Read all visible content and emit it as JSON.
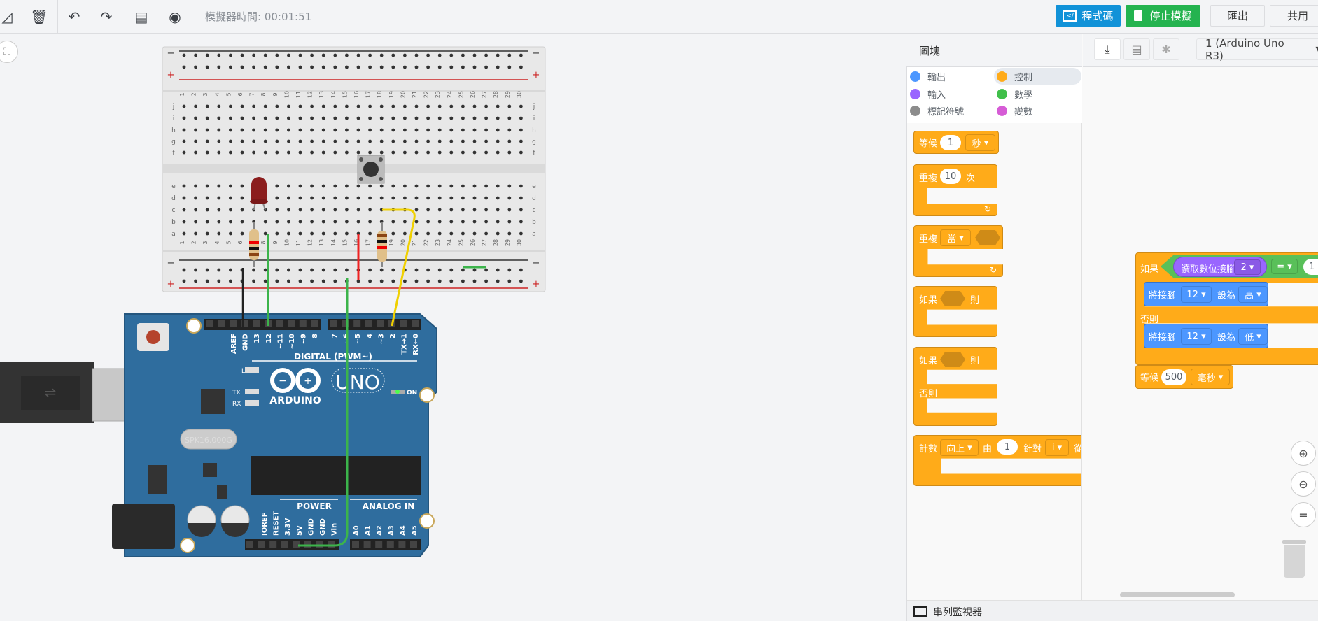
{
  "toolbar": {
    "icons": [
      "rotate-icon",
      "trash-icon",
      "undo-icon",
      "redo-icon",
      "notes-icon",
      "visibility-icon"
    ],
    "timer": "模擬器時間: 00:01:51",
    "code_label": "程式碼",
    "stop_sim_label": "停止模擬",
    "export_label": "匯出",
    "share_label": "共用",
    "code_color": "#1192d8",
    "stop_color": "#24b34f"
  },
  "palette": {
    "title": "圖塊",
    "categories": [
      {
        "label": "輸出",
        "color": "#4c97ff"
      },
      {
        "label": "控制",
        "color": "#ffab19",
        "selected": true
      },
      {
        "label": "輸入",
        "color": "#9966ff"
      },
      {
        "label": "數學",
        "color": "#40bf4a"
      },
      {
        "label": "標記符號",
        "color": "#8c8c8c"
      },
      {
        "label": "變數",
        "color": "#d65cd6"
      }
    ],
    "blocks": {
      "wait": {
        "label": "等候",
        "value": "1",
        "unit": "秒"
      },
      "repeat": {
        "label": "重複",
        "value": "10",
        "suffix": "次"
      },
      "repeat_while": {
        "label": "重複",
        "mode": "當"
      },
      "if_then": {
        "label": "如果",
        "then": "則"
      },
      "if_else": {
        "label": "如果",
        "then": "則",
        "else": "否則"
      },
      "count": {
        "label": "計數",
        "dir": "向上",
        "from": "由",
        "value": "1",
        "for": "針對",
        "var": "i",
        "trail": "從"
      }
    }
  },
  "code": {
    "board": "1 (Arduino Uno R3)",
    "if_label": "如果",
    "read_pin": "讀取數位接腳",
    "read_pin_value": "2",
    "compare_op": "=",
    "compare_value": "1",
    "set1": {
      "label": "將接腳",
      "pin": "12",
      "set": "設為",
      "value": "高"
    },
    "else_label": "否則",
    "set2": {
      "label": "將接腳",
      "pin": "12",
      "set": "設為",
      "value": "低"
    },
    "wait": {
      "label": "等候",
      "value": "500",
      "unit": "毫秒"
    }
  },
  "serial_monitor": "串列監視器",
  "arduino": {
    "digital_labels": [
      "AREF",
      "GND",
      "13",
      "12",
      "~11",
      "~10",
      "~9",
      "8"
    ],
    "digital_labels2": [
      "7",
      "~6",
      "~5",
      "4",
      "~3",
      "2",
      "TX→1",
      "RX←0"
    ],
    "digital_title": "DIGITAL (PWM~)",
    "led_l": "L",
    "tx": "TX",
    "rx": "RX",
    "brand": "ARDUINO",
    "model": "UNO",
    "on": "ON",
    "crystal": "SPK16.000G",
    "power_title": "POWER",
    "analog_title": "ANALOG IN",
    "power_labels": [
      "IOREF",
      "RESET",
      "3.3V",
      "5V",
      "GND",
      "GND",
      "Vin"
    ],
    "analog_labels": [
      "A0",
      "A1",
      "A2",
      "A3",
      "A4",
      "A5"
    ]
  },
  "breadboard": {
    "rows_top": [
      "j",
      "i",
      "h",
      "g",
      "f"
    ],
    "rows_bottom": [
      "e",
      "d",
      "c",
      "b",
      "a"
    ],
    "columns": 30,
    "minus": "−",
    "plus": "+"
  }
}
